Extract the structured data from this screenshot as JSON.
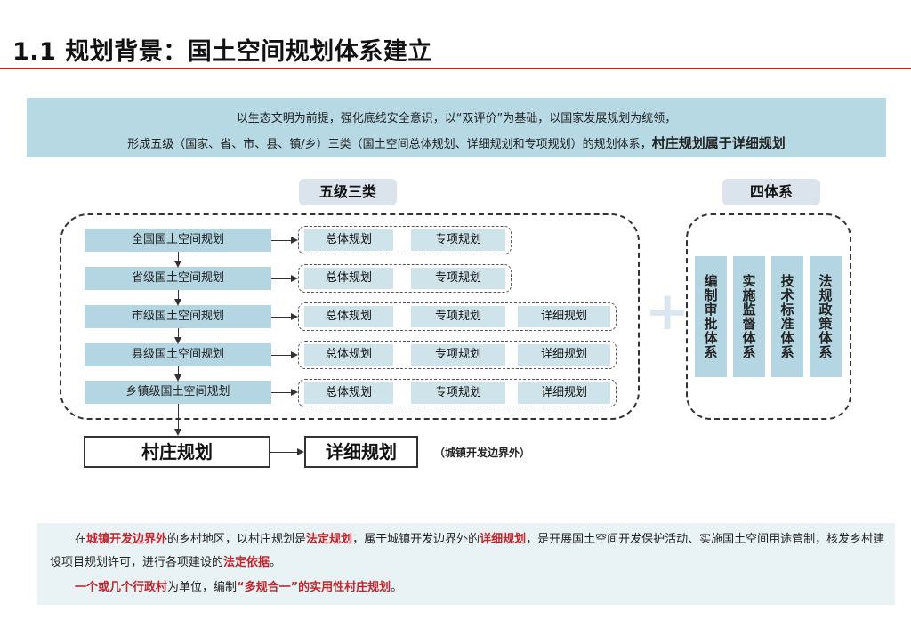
{
  "header": {
    "title": "1.1 规划背景：国土空间规划体系建立"
  },
  "intro": {
    "line1": "以生态文明为前提，强化底线安全意识，以“双评价”为基础，以国家发展规划为统领，",
    "line2": "形成五级（国家、省、市、县、镇/乡）三类（国土空间总体规划、详细规划和专项规划）的规划体系，",
    "line2_bold": "村庄规划属于详细规划"
  },
  "diagram": {
    "left_header": "五级三类",
    "right_header": "四体系",
    "levels": [
      {
        "name": "全国国土空间规划",
        "cells": [
          "总体规划",
          "专项规划"
        ]
      },
      {
        "name": "省级国土空间规划",
        "cells": [
          "总体规划",
          "专项规划"
        ]
      },
      {
        "name": "市级国土空间规划",
        "cells": [
          "总体规划",
          "专项规划",
          "详细规划"
        ]
      },
      {
        "name": "县级国土空间规划",
        "cells": [
          "总体规划",
          "专项规划",
          "详细规划"
        ]
      },
      {
        "name": "乡镇级国土空间规划",
        "cells": [
          "总体规划",
          "专项规划",
          "详细规划"
        ]
      }
    ],
    "village_plan": "村庄规划",
    "detail_plan": "详细规划",
    "boundary_note": "（城镇开发边界外）",
    "plus_symbol": "+",
    "systems": [
      "编制审批体系",
      "实施监督体系",
      "技术标准体系",
      "法规政策体系"
    ]
  },
  "note": {
    "p1": [
      {
        "t": "在",
        "red": false
      },
      {
        "t": "城镇开发边界外",
        "red": true
      },
      {
        "t": "的乡村地区，以村庄规划是",
        "red": false
      },
      {
        "t": "法定规划",
        "red": true
      },
      {
        "t": "，属于城镇开发边界外的",
        "red": false
      },
      {
        "t": "详细规划",
        "red": true
      },
      {
        "t": "，是开展国土空间开发保护活动、实施国土空间用途管制，核发乡村建设项目规划许可，进行各项建设的",
        "red": false
      },
      {
        "t": "法定依据",
        "red": true
      },
      {
        "t": "。",
        "red": false
      }
    ],
    "p2": [
      {
        "t": "一个或几个行政村",
        "red": true
      },
      {
        "t": "为单位，编制",
        "red": false
      },
      {
        "t": "“多规合一”的实用性村庄规划",
        "red": true
      },
      {
        "t": "。",
        "red": false
      }
    ]
  },
  "colors": {
    "accent_red": "#c0262d",
    "banner_blue": "#b6d9e3",
    "cell_blue": "#cfe3ea",
    "note_bg": "#e9f2f5"
  }
}
